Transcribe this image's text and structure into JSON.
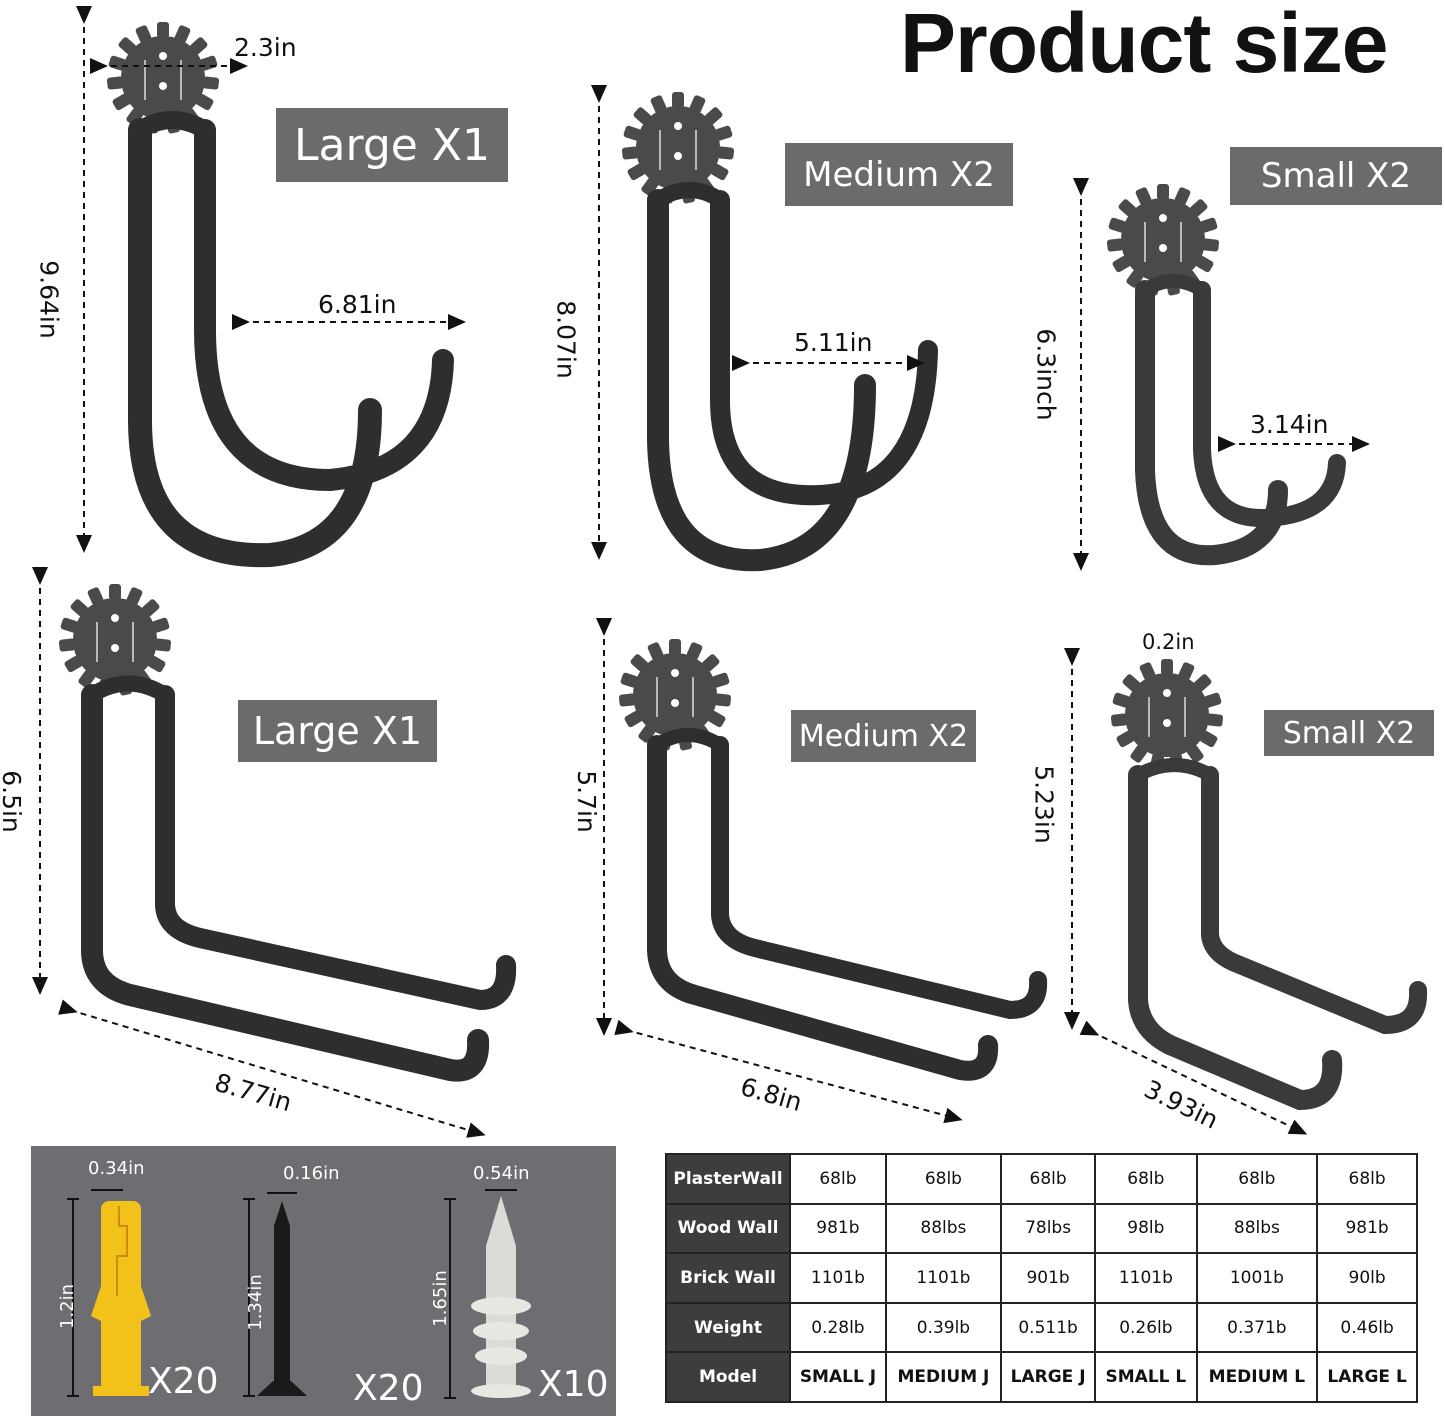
{
  "title": "Product size",
  "hooks": [
    {
      "id": "large-j",
      "label": "Large X1",
      "height": "9.64in",
      "width": "6.81in",
      "plate": "2.3in"
    },
    {
      "id": "medium-j",
      "label": "Medium X2",
      "height": "8.07in",
      "width": "5.11in"
    },
    {
      "id": "small-j",
      "label": "Small X2",
      "height": "6.3inch",
      "width": "3.14in"
    },
    {
      "id": "large-l",
      "label": "Large X1",
      "height": "6.5in",
      "depth": "8.77in"
    },
    {
      "id": "medium-l",
      "label": "Medium X2",
      "height": "5.7in",
      "depth": "6.8in"
    },
    {
      "id": "small-l",
      "label": "Small X2",
      "height": "5.23in",
      "depth": "3.93in",
      "hole": "0.2in"
    }
  ],
  "hardware": [
    {
      "name": "yellow anchor",
      "width": "0.34in",
      "length": "1.2in",
      "qty": "X20",
      "color": "#f2c21b"
    },
    {
      "name": "black screw",
      "width": "0.16in",
      "length": "1.34in",
      "qty": "X20",
      "color": "#1a1a1a"
    },
    {
      "name": "drywall anchor",
      "width": "0.54in",
      "length": "1.65in",
      "qty": "X10",
      "color": "#dcdcd6"
    }
  ],
  "table": {
    "rows": [
      {
        "header": "PlasterWall",
        "values": [
          "68lb",
          "68lb",
          "68lb",
          "68lb",
          "68lb",
          "68lb"
        ]
      },
      {
        "header": "Wood Wall",
        "values": [
          "981b",
          "88lbs",
          "78lbs",
          "98lb",
          "88lbs",
          "981b"
        ]
      },
      {
        "header": "Brick Wall",
        "values": [
          "1101b",
          "1101b",
          "901b",
          "1101b",
          "1001b",
          "90lb"
        ]
      },
      {
        "header": "Weight",
        "values": [
          "0.28lb",
          "0.39lb",
          "0.511b",
          "0.26lb",
          "0.371b",
          "0.46lb"
        ]
      },
      {
        "header": "Model",
        "values": [
          "SMALL J",
          "MEDIUM J",
          "LARGE J",
          "SMALL L",
          "MEDIUM L",
          "LARGE L"
        ]
      }
    ]
  },
  "colors": {
    "label_bg": "#6b6b6b",
    "hook": "#2e2e30",
    "plate": "#4a4a4c",
    "table_header": "#3d3d3d",
    "panel": "#6e6e72"
  }
}
